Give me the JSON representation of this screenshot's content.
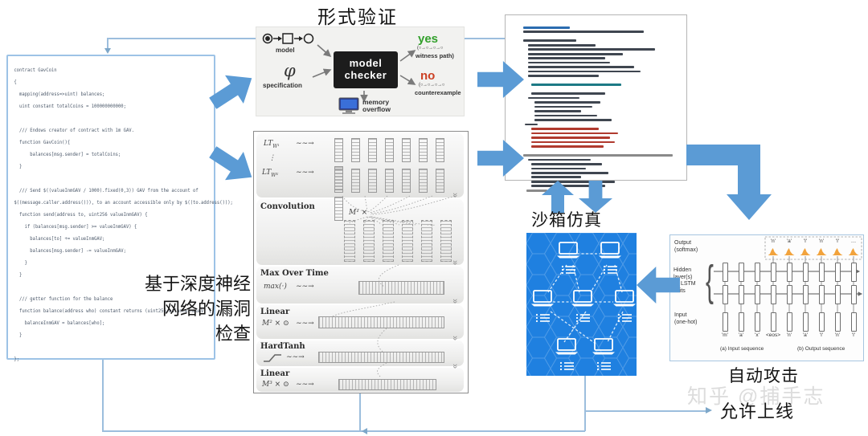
{
  "labels": {
    "formal_verification": "形式验证",
    "sandbox": "沙箱仿真",
    "auto_attack": "自动攻击",
    "allow_online": "允许上线",
    "dnn_line1": "基于深度神经",
    "dnn_line2": "网络的漏洞",
    "dnn_line3": "检查",
    "watermark": "知乎 @捕手志"
  },
  "colors": {
    "block_arrow_blue": "#5b9bd5",
    "thin_line_blue": "#9cbedd",
    "sandbox_blue": "#1f80e0",
    "yes_green": "#33a02c",
    "no_red": "#cc4125",
    "watermark_gray": "#dcdcdc"
  },
  "contract_code": {
    "lines": [
      "contract GavCoin",
      "{",
      "  mapping(address=>uint) balances;",
      "  uint constant totalCoins = 100000000000;",
      "",
      "  /// Endows creator of contract with 1m GAV.",
      "  function GavCoin(){",
      "      balances[msg.sender] = totalCoins;",
      "  }",
      "",
      "  /// Send $((valueInmGAV / 1000).fixed(0,3)) GAV from the account of",
      "$((message.caller.address())), to an account accessible only by $((to.address()));",
      "  function send(address to, uint256 valueInmGAV) {",
      "    if (balances[msg.sender] >= valueInmGAV) {",
      "      balances[to] += valueInmGAV;",
      "      balances[msg.sender] -= valueInmGAV;",
      "    }",
      "  }",
      "",
      "  /// getter function for the balance",
      "  function balance(address who) constant returns (uint256 balanceInmGAV) {",
      "    balanceInmGAV = balances[who];",
      "  }",
      "",
      "};"
    ]
  },
  "model_checker": {
    "model_label": "model",
    "phi": "φ",
    "specification_label": "specification",
    "checker_line1": "model",
    "checker_line2": "checker",
    "yes": "yes",
    "yes_chain": "(○→○→○→○",
    "witness": "witness path)",
    "no": "no",
    "no_chain": "(○→○→○→○",
    "counterexample": "counterexample",
    "memory_line1": "memory",
    "memory_line2": "overflow"
  },
  "right_code_panel": {
    "colors": [
      "#3f4650",
      "#2b6cb0",
      "#b03a2e",
      "#1d7a85",
      "#8a8a8a"
    ],
    "bars": [
      [
        6,
        58,
        1
      ],
      [
        6,
        150,
        0
      ],
      [
        0,
        0,
        0
      ],
      [
        6,
        66,
        0
      ],
      [
        12,
        84,
        0
      ],
      [
        12,
        158,
        0
      ],
      [
        12,
        118,
        0
      ],
      [
        12,
        96,
        0
      ],
      [
        12,
        102,
        0
      ],
      [
        12,
        132,
        0
      ],
      [
        12,
        140,
        0
      ],
      [
        12,
        88,
        0
      ],
      [
        0,
        0,
        0
      ],
      [
        16,
        112,
        3
      ],
      [
        0,
        0,
        0
      ],
      [
        16,
        92,
        0
      ],
      [
        12,
        64,
        0
      ],
      [
        20,
        82,
        0
      ],
      [
        20,
        72,
        0
      ],
      [
        20,
        58,
        0
      ],
      [
        20,
        78,
        0
      ],
      [
        20,
        96,
        0
      ],
      [
        8,
        16,
        0
      ],
      [
        16,
        84,
        2
      ],
      [
        16,
        108,
        2
      ],
      [
        16,
        98,
        2
      ],
      [
        16,
        104,
        2
      ],
      [
        16,
        90,
        2
      ],
      [
        0,
        0,
        0
      ],
      [
        6,
        186,
        4
      ],
      [
        12,
        78,
        0
      ],
      [
        16,
        88,
        0
      ],
      [
        16,
        68,
        0
      ],
      [
        16,
        96,
        0
      ],
      [
        16,
        62,
        0
      ],
      [
        16,
        104,
        0
      ],
      [
        16,
        92,
        0
      ],
      [
        10,
        26,
        4
      ]
    ]
  },
  "nn_diagram": {
    "lt1_base": "LT",
    "lt1_sub": "W¹",
    "dots": "⋮",
    "ltk_base": "LT",
    "ltk_sub": "Wᴷ",
    "squiggle": "∼∼→",
    "section_convolution": "Convolution",
    "conv_op": "M¹ ×",
    "section_max": "Max Over Time",
    "max_op": "max(·)",
    "section_linear1": "Linear",
    "linear1_op": "M² × ⊙",
    "section_hardtanh": "HardTanh",
    "section_linear2": "Linear",
    "linear2_op": "M³ × ⊙",
    "chevron": "»",
    "lookup_columns": 8,
    "conv_columns": 6
  },
  "lstm": {
    "output_l1": "Output",
    "output_l2": "(softmax)",
    "hidden_l1": "Hidden",
    "hidden_l2": "layer(s)",
    "hidden_l3": "w/ LSTM",
    "hidden_l4": "units",
    "input_l1": "Input",
    "input_l2": "(one-hot)",
    "brace": "{",
    "top_chars": [
      "'n'",
      "'a'",
      "'l'",
      "'n'",
      "'l'",
      "…"
    ],
    "bottom_chars": [
      "'m'",
      "'a'",
      "'x'",
      "<eos>",
      "'n'",
      "'a'",
      "'l'",
      "'n'",
      "'l'"
    ],
    "caption_a": "(a) Input sequence",
    "caption_b": "(b) Output sequence"
  }
}
